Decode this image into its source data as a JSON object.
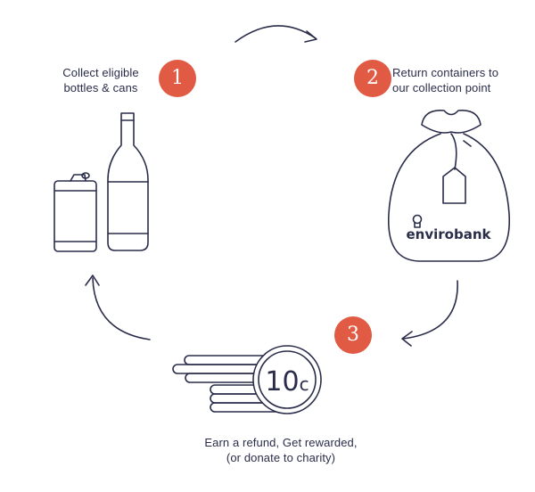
{
  "steps": [
    {
      "number": "1",
      "label_line1": "Collect eligible",
      "label_line2": "bottles & cans"
    },
    {
      "number": "2",
      "label_line1": "Return containers to",
      "label_line2": "our collection point"
    },
    {
      "number": "3",
      "label_line1": "Earn a refund, Get rewarded,",
      "label_line2": "(or donate to charity)"
    }
  ],
  "bag": {
    "brand": "envirobank"
  },
  "coin": {
    "value": "10",
    "unit": "c"
  },
  "colors": {
    "accent": "#e05a44",
    "ink": "#2a2d4a"
  },
  "icons": [
    "can-icon",
    "bottle-icon",
    "collection-bag-icon",
    "coin-stack-icon",
    "cycle-arrow-icon"
  ]
}
